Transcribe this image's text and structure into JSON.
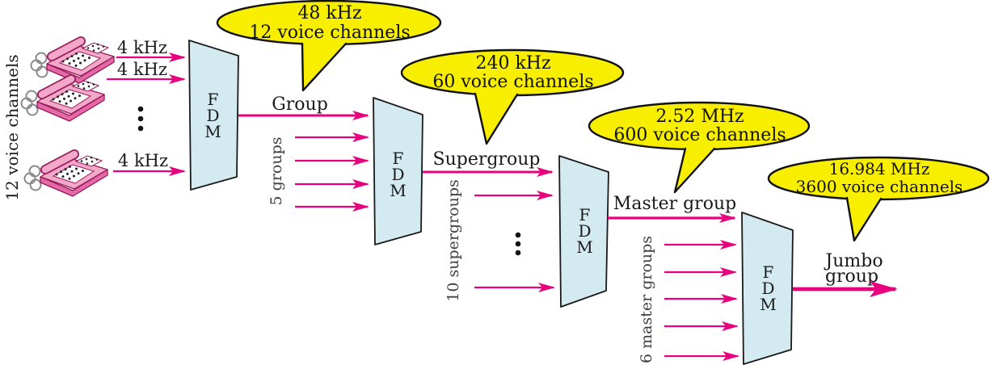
{
  "diagram": {
    "title_implicit": "FDM multiplexing hierarchy",
    "source": {
      "label": "12 voice channels",
      "line_labels": [
        "4 kHz",
        "4 kHz",
        "4 kHz"
      ]
    },
    "mux": {
      "lines": [
        "F",
        "D",
        "M"
      ]
    },
    "stages": [
      {
        "callout": {
          "line1": "48 kHz",
          "line2": "12 voice channels"
        },
        "output": "Group"
      },
      {
        "callout": {
          "line1": "240 kHz",
          "line2": "60 voice channels"
        },
        "output": "Supergroup",
        "inputs": "5 groups"
      },
      {
        "callout": {
          "line1": "2.52 MHz",
          "line2": "600 voice channels"
        },
        "output": "Master group",
        "inputs": "10 supergroups"
      },
      {
        "callout": {
          "line1": "16.984 MHz",
          "line2": "3600 voice channels"
        },
        "output_line1": "Jumbo",
        "output_line2": "group",
        "inputs": "6 master groups"
      }
    ],
    "colors": {
      "arrow": "#e8007d",
      "mux_fill": "#d2eaf0",
      "mux_stroke": "#1a1a1a",
      "callout_fill": "#f8ee00",
      "callout_stroke": "#111111",
      "label_text": "#1a1a1a",
      "count_label_text": "#3f3f3f",
      "phone_body": "#f2a8c6",
      "phone_dark": "#e36aa4"
    }
  }
}
